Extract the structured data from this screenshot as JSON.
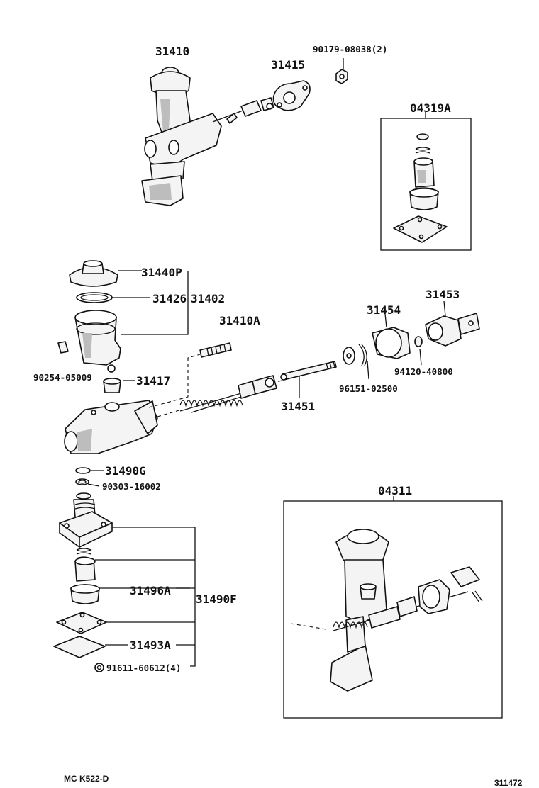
{
  "labels": {
    "p31410": "31410",
    "p90179": "90179-08038(2)",
    "p31415": "31415",
    "p04319A": "04319A",
    "p31440P": "31440P",
    "p31426": "31426",
    "p31402": "31402",
    "p31410A": "31410A",
    "p31454": "31454",
    "p31453": "31453",
    "p90254": "90254-05009",
    "p31417": "31417",
    "p96151": "96151-02500",
    "p94120": "94120-40800",
    "p31451": "31451",
    "p31490G": "31490G",
    "p90303": "90303-16002",
    "p04311": "04311",
    "p31496A": "31496A",
    "p31490F": "31490F",
    "p31493A": "31493A",
    "p91611": "91611-60612(4)"
  },
  "footer": {
    "model_code": "MC K522-D",
    "figure_number": "311472"
  }
}
